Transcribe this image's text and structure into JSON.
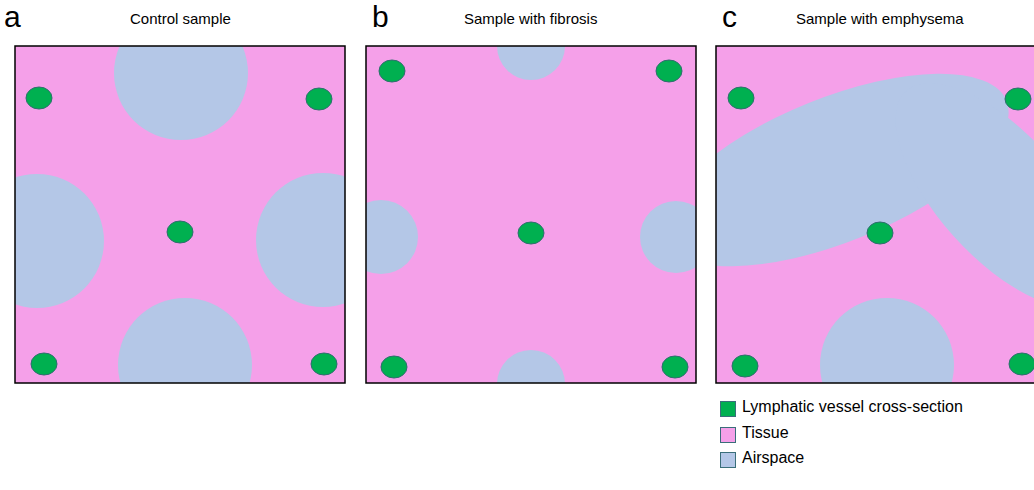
{
  "diagram": {
    "labels": [
      "a",
      "Control sample",
      "b",
      "Sample with fibrosis",
      "c",
      "Sample with emphysema"
    ],
    "legend": [
      {
        "text": "Lymphatic vessel cross-section",
        "color": "#00b050"
      },
      {
        "text": "Tissue",
        "color": "#f5a0e9"
      },
      {
        "text": "Airspace",
        "color": "#b4c7e7"
      }
    ]
  }
}
